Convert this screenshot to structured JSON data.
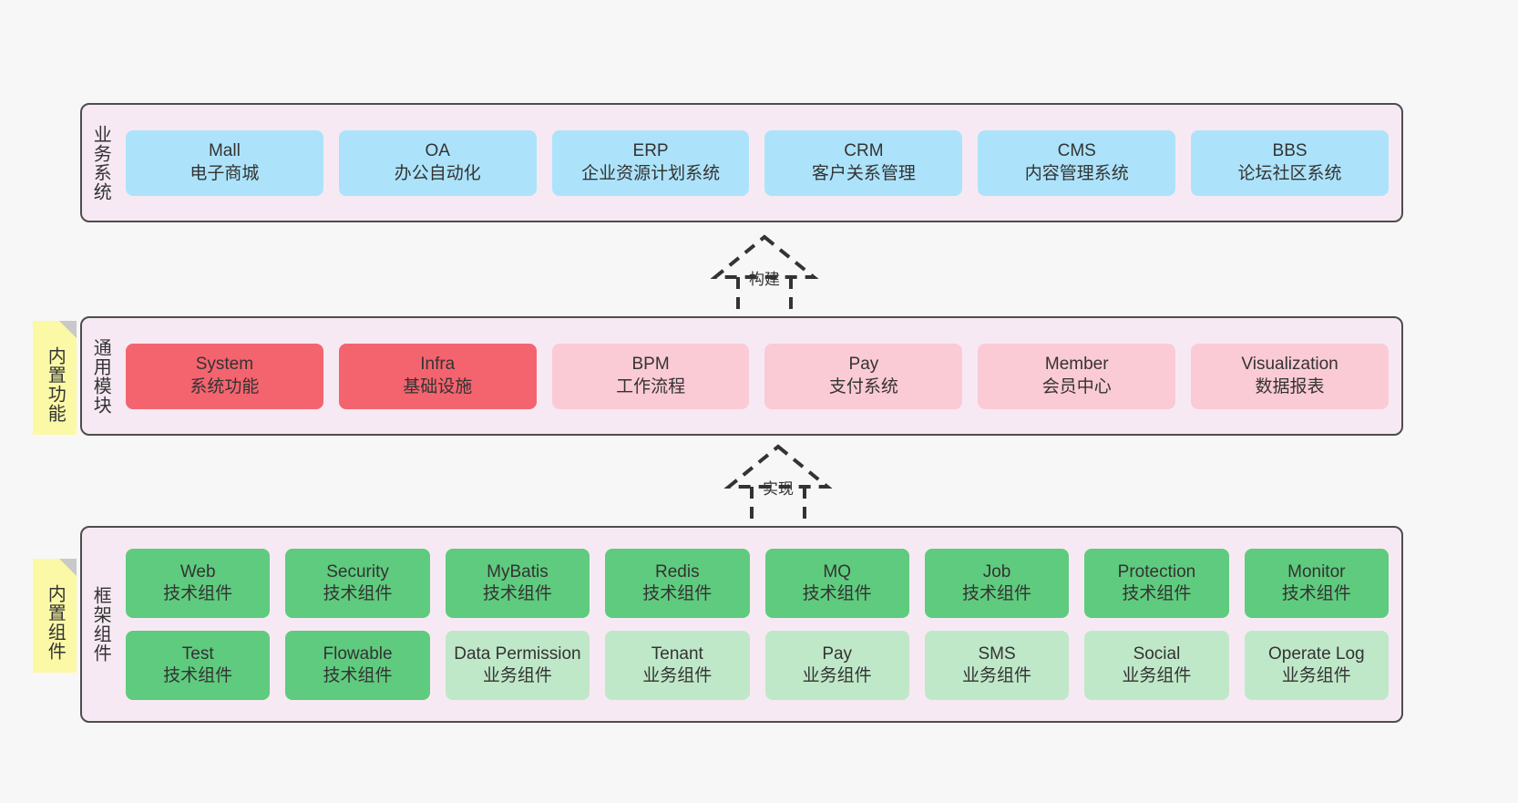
{
  "diagram": {
    "background_color": "#f7f7f7",
    "layer_fill": "#f7e9f3",
    "layer_border": "#4d4d4d",
    "note_color": "#fbf9a6"
  },
  "notes": [
    {
      "id": "builtin-function",
      "text": "内置功能"
    },
    {
      "id": "builtin-component",
      "text": "内置组件"
    }
  ],
  "connectors": [
    {
      "id": "build",
      "label": "构建",
      "style": "dashed-generalization"
    },
    {
      "id": "realize",
      "label": "实现",
      "style": "dashed-generalization"
    }
  ],
  "layers": [
    {
      "id": "business-system",
      "title": "业务系统",
      "rows": [
        {
          "cards": [
            {
              "title": "Mall",
              "subtitle": "电子商城",
              "color": "#ade3fa"
            },
            {
              "title": "OA",
              "subtitle": "办公自动化",
              "color": "#ade3fa"
            },
            {
              "title": "ERP",
              "subtitle": "企业资源计划系统",
              "color": "#ade3fa"
            },
            {
              "title": "CRM",
              "subtitle": "客户关系管理",
              "color": "#ade3fa"
            },
            {
              "title": "CMS",
              "subtitle": "内容管理系统",
              "color": "#ade3fa"
            },
            {
              "title": "BBS",
              "subtitle": "论坛社区系统",
              "color": "#ade3fa"
            }
          ]
        }
      ]
    },
    {
      "id": "common-modules",
      "title": "通用模块",
      "rows": [
        {
          "cards": [
            {
              "title": "System",
              "subtitle": "系统功能",
              "color": "#f4646e"
            },
            {
              "title": "Infra",
              "subtitle": "基础设施",
              "color": "#f4646e"
            },
            {
              "title": "BPM",
              "subtitle": "工作流程",
              "color": "#fbcbd5"
            },
            {
              "title": "Pay",
              "subtitle": "支付系统",
              "color": "#fbcbd5"
            },
            {
              "title": "Member",
              "subtitle": "会员中心",
              "color": "#fbcbd5"
            },
            {
              "title": "Visualization",
              "subtitle": "数据报表",
              "color": "#fbcbd5"
            }
          ]
        }
      ]
    },
    {
      "id": "framework-components",
      "title": "框架组件",
      "rows": [
        {
          "cards": [
            {
              "title": "Web",
              "subtitle": "技术组件",
              "color": "#5fcb7e"
            },
            {
              "title": "Security",
              "subtitle": "技术组件",
              "color": "#5fcb7e"
            },
            {
              "title": "MyBatis",
              "subtitle": "技术组件",
              "color": "#5fcb7e"
            },
            {
              "title": "Redis",
              "subtitle": "技术组件",
              "color": "#5fcb7e"
            },
            {
              "title": "MQ",
              "subtitle": "技术组件",
              "color": "#5fcb7e"
            },
            {
              "title": "Job",
              "subtitle": "技术组件",
              "color": "#5fcb7e"
            },
            {
              "title": "Protection",
              "subtitle": "技术组件",
              "color": "#5fcb7e"
            },
            {
              "title": "Monitor",
              "subtitle": "技术组件",
              "color": "#5fcb7e"
            }
          ]
        },
        {
          "cards": [
            {
              "title": "Test",
              "subtitle": "技术组件",
              "color": "#5fcb7e"
            },
            {
              "title": "Flowable",
              "subtitle": "技术组件",
              "color": "#5fcb7e"
            },
            {
              "title": "Data Permission",
              "subtitle": "业务组件",
              "color": "#bfe8c8"
            },
            {
              "title": "Tenant",
              "subtitle": "业务组件",
              "color": "#bfe8c8"
            },
            {
              "title": "Pay",
              "subtitle": "业务组件",
              "color": "#bfe8c8"
            },
            {
              "title": "SMS",
              "subtitle": "业务组件",
              "color": "#bfe8c8"
            },
            {
              "title": "Social",
              "subtitle": "业务组件",
              "color": "#bfe8c8"
            },
            {
              "title": "Operate Log",
              "subtitle": "业务组件",
              "color": "#bfe8c8"
            }
          ]
        }
      ]
    }
  ]
}
